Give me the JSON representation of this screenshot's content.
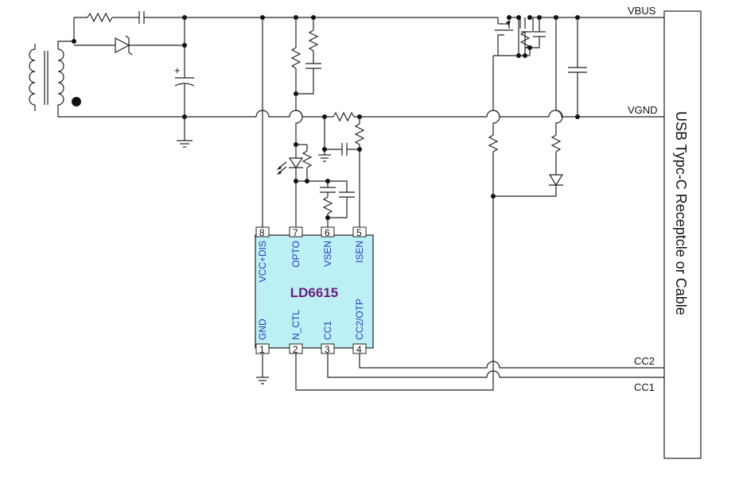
{
  "chip": {
    "name": "LD6615",
    "fill": "#bdf0f4",
    "top_pins": [
      {
        "num": "8",
        "label": "VCC+DIS"
      },
      {
        "num": "7",
        "label": "OPTO"
      },
      {
        "num": "6",
        "label": "VSEN"
      },
      {
        "num": "5",
        "label": "ISEN"
      }
    ],
    "bottom_pins": [
      {
        "num": "1",
        "label": "GND"
      },
      {
        "num": "2",
        "label": "N_CTL"
      },
      {
        "num": "3",
        "label": "CC1"
      },
      {
        "num": "4",
        "label": "CC2/OTP"
      }
    ]
  },
  "nets": {
    "vbus": "VBUS",
    "vgnd": "VGND",
    "cc2": "CC2",
    "cc1": "CC1"
  },
  "connector": {
    "label": "USB Typc-C Receptcle or Cable"
  },
  "capacitor_polarity": "+"
}
